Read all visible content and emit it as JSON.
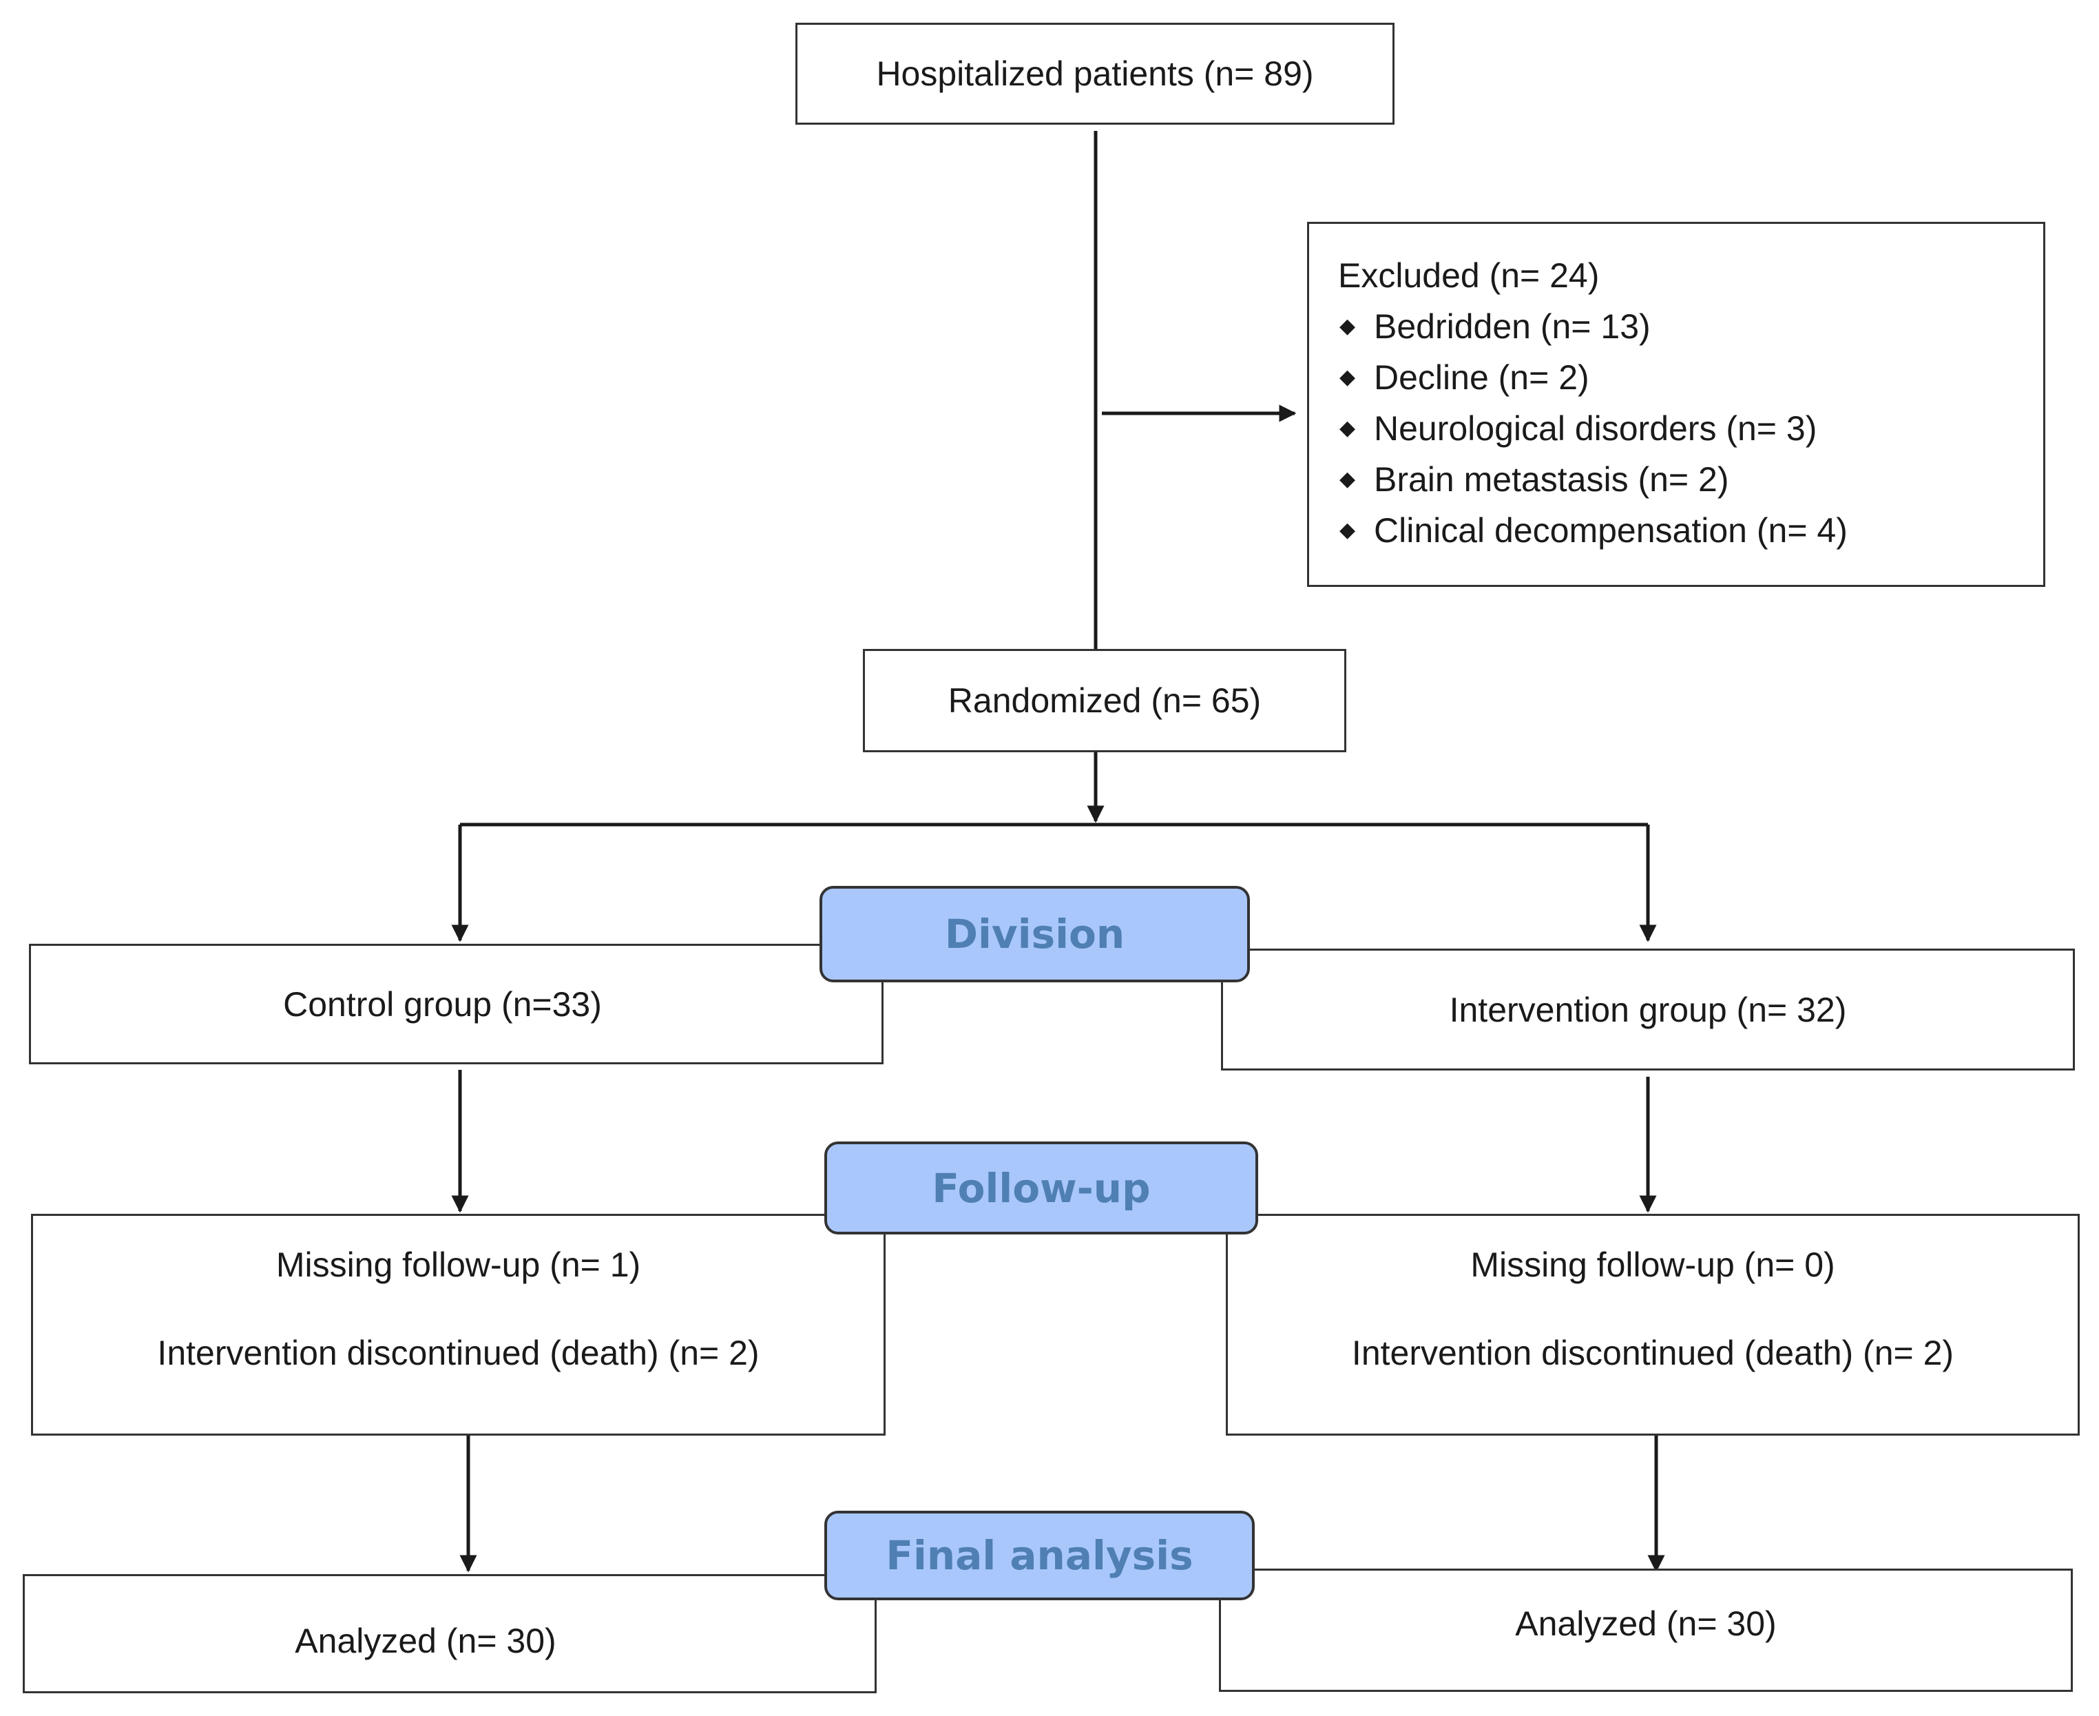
{
  "enrollment": {
    "label": "Hospitalized patients (n= 89)"
  },
  "excluded": {
    "title": "Excluded (n= 24)",
    "reasons": [
      "Bedridden (n= 13)",
      "Decline (n= 2)",
      "Neurological disorders (n= 3)",
      "Brain metastasis (n= 2)",
      "Clinical decompensation (n= 4)"
    ]
  },
  "randomized": {
    "label": "Randomized (n= 65)"
  },
  "stages": {
    "division": "Division",
    "follow_up": "Follow-up",
    "final_analysis": "Final analysis"
  },
  "control": {
    "group": "Control group (n=33)",
    "missing": "Missing follow-up (n= 1)",
    "discontinued": "Intervention discontinued (death) (n= 2)",
    "analyzed": "Analyzed (n= 30)"
  },
  "intervention": {
    "group": "Intervention group (n= 32)",
    "missing": "Missing follow-up (n= 0)",
    "discontinued": "Intervention discontinued (death) (n= 2)",
    "analyzed": "Analyzed (n= 30)"
  }
}
